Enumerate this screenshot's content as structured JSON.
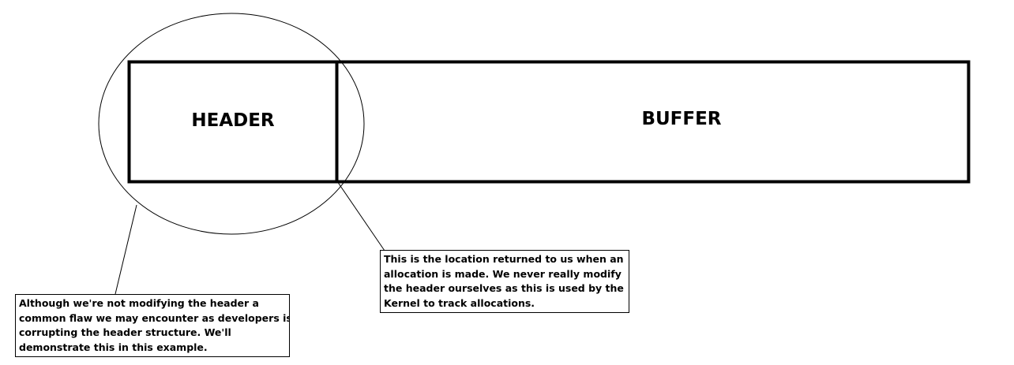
{
  "blocks": {
    "header_label": "HEADER",
    "buffer_label": "BUFFER"
  },
  "notes": {
    "left": {
      "lines": [
        "Although we're not modifying the header a",
        "common flaw we may encounter as developers is",
        "corrupting the header structure. We'll",
        "demonstrate this in this example."
      ]
    },
    "right": {
      "lines": [
        "This is the location returned to us when an",
        "allocation is made. We never really modify",
        "the header ourselves as this is used by the",
        "Kernel to track allocations."
      ]
    }
  },
  "colors": {
    "stroke": "#000000",
    "background": "#ffffff"
  }
}
